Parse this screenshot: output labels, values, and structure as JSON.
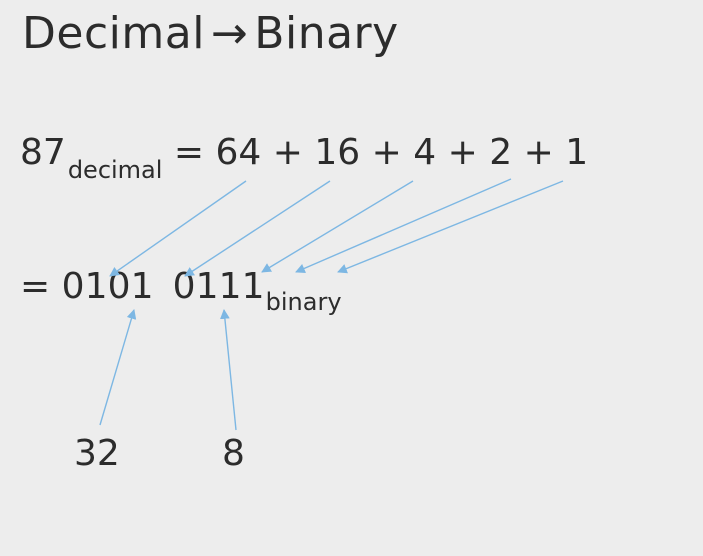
{
  "title": {
    "left": "Decimal",
    "arrow": "→",
    "right": "Binary"
  },
  "equation": {
    "decimal_number": "87",
    "decimal_subscript": "decimal",
    "equals": "=",
    "terms": [
      "64",
      "16",
      "4",
      "2",
      "1"
    ],
    "plus": "+"
  },
  "binary": {
    "equals": "=",
    "bits": [
      "0",
      "1",
      "0",
      "1",
      "0",
      "1",
      "1",
      "1"
    ],
    "binary_subscript": "binary"
  },
  "zero_labels": [
    "32",
    "8"
  ],
  "colors": {
    "text": "#2c2c2c",
    "arrow": "#7db7e3",
    "background": "#ededed"
  }
}
